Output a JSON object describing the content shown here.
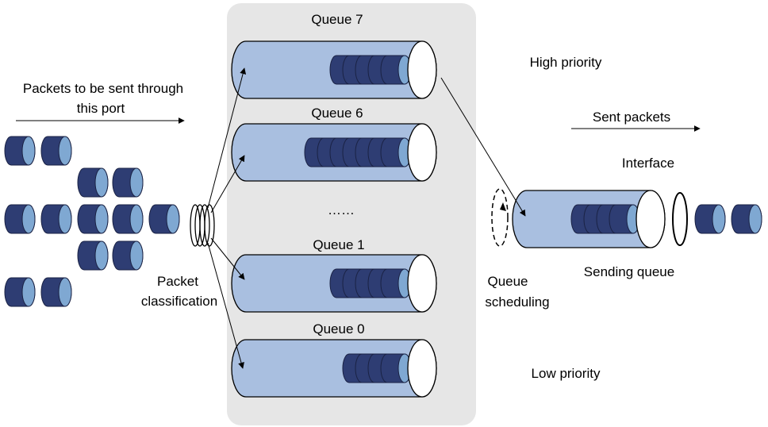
{
  "labels": {
    "incoming_line1": "Packets to be sent through",
    "incoming_line2": "this port",
    "classification_line1": "Packet",
    "classification_line2": "classification",
    "queue7": "Queue 7",
    "queue6": "Queue 6",
    "ellipsis": "……",
    "queue1": "Queue 1",
    "queue0": "Queue 0",
    "high_priority": "High priority",
    "low_priority": "Low priority",
    "scheduling_line1": "Queue",
    "scheduling_line2": "scheduling",
    "sent_packets": "Sent packets",
    "interface": "Interface",
    "sending_queue": "Sending queue"
  },
  "queues": {
    "queue7_packets": 5,
    "queue6_packets": 7,
    "queue1_packets": 5,
    "queue0_packets": 4,
    "sending_queue_packets": 4
  },
  "colors": {
    "queue_body": "#a9bfe0",
    "packet_dark": "#2e3d73",
    "packet_light": "#7fa8d2",
    "panel": "#e6e6e6"
  }
}
